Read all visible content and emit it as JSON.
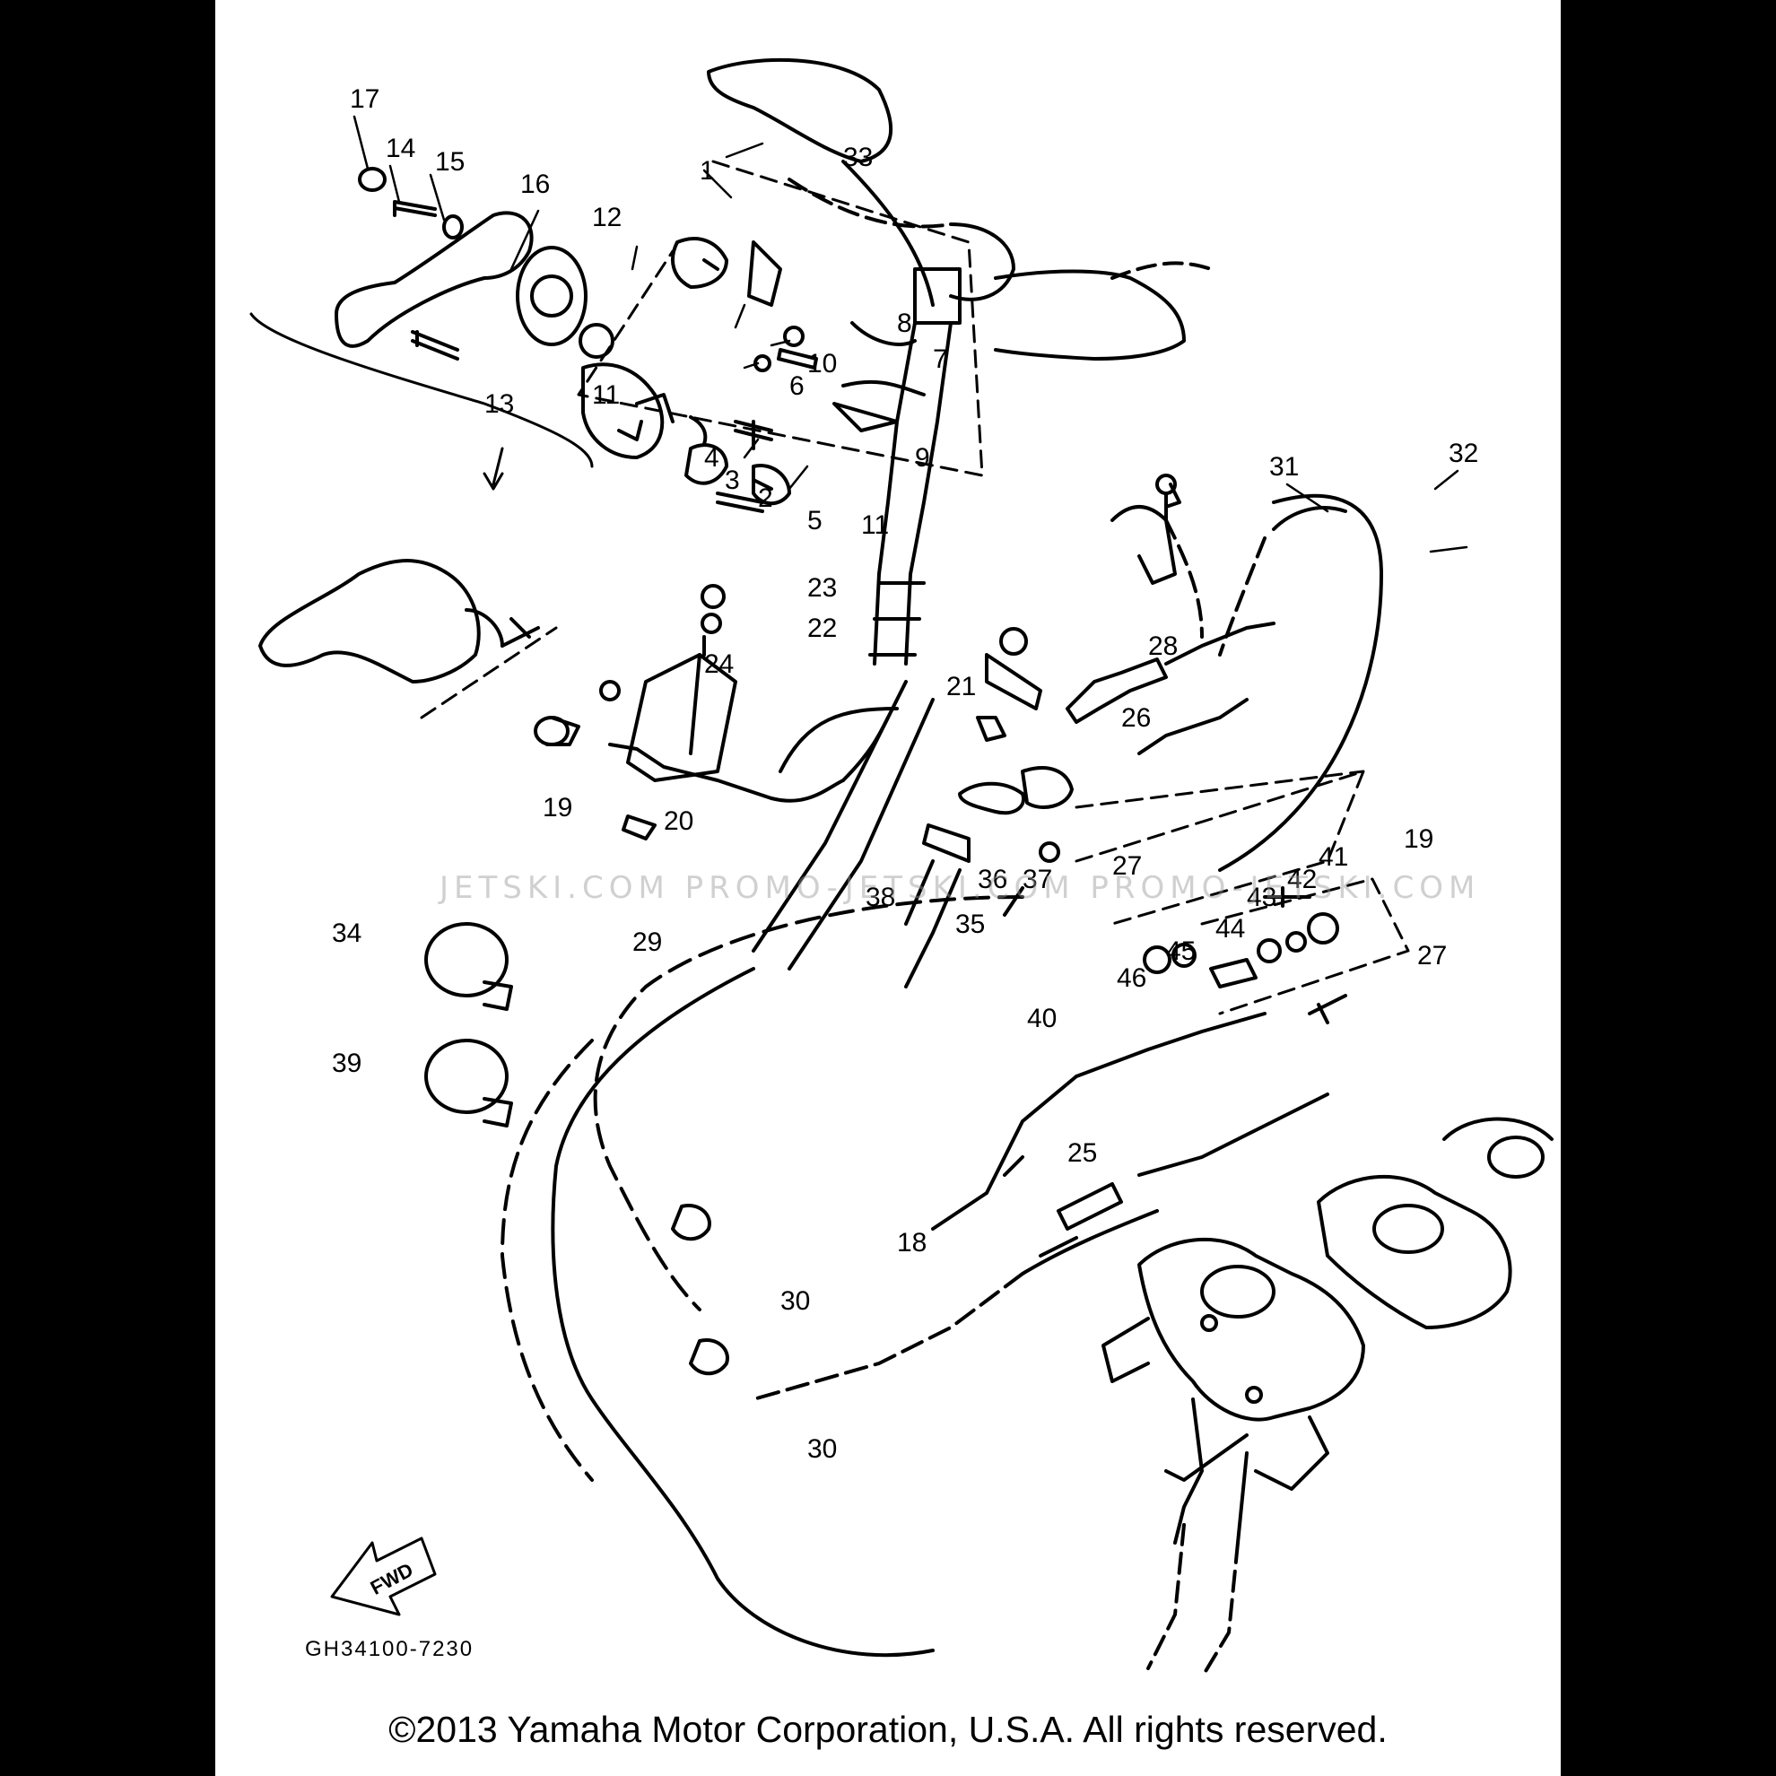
{
  "diagram": {
    "callouts": [
      {
        "id": "c17",
        "label": "17"
      },
      {
        "id": "c14",
        "label": "14"
      },
      {
        "id": "c15",
        "label": "15"
      },
      {
        "id": "c16",
        "label": "16"
      },
      {
        "id": "c12",
        "label": "12"
      },
      {
        "id": "c1",
        "label": "1"
      },
      {
        "id": "c33",
        "label": "33"
      },
      {
        "id": "c8",
        "label": "8"
      },
      {
        "id": "c10",
        "label": "10"
      },
      {
        "id": "c7",
        "label": "7"
      },
      {
        "id": "c13",
        "label": "13"
      },
      {
        "id": "c11a",
        "label": "11"
      },
      {
        "id": "c6",
        "label": "6"
      },
      {
        "id": "c4",
        "label": "4"
      },
      {
        "id": "c3",
        "label": "3"
      },
      {
        "id": "c2",
        "label": "2"
      },
      {
        "id": "c5",
        "label": "5"
      },
      {
        "id": "c11b",
        "label": "11"
      },
      {
        "id": "c9",
        "label": "9"
      },
      {
        "id": "c31",
        "label": "31"
      },
      {
        "id": "c32",
        "label": "32"
      },
      {
        "id": "c23",
        "label": "23"
      },
      {
        "id": "c22",
        "label": "22"
      },
      {
        "id": "c24",
        "label": "24"
      },
      {
        "id": "c21",
        "label": "21"
      },
      {
        "id": "c28",
        "label": "28"
      },
      {
        "id": "c26",
        "label": "26"
      },
      {
        "id": "c19a",
        "label": "19"
      },
      {
        "id": "c20",
        "label": "20"
      },
      {
        "id": "c27a",
        "label": "27"
      },
      {
        "id": "c19b",
        "label": "19"
      },
      {
        "id": "c41",
        "label": "41"
      },
      {
        "id": "c42",
        "label": "42"
      },
      {
        "id": "c43",
        "label": "43"
      },
      {
        "id": "c44",
        "label": "44"
      },
      {
        "id": "c36",
        "label": "36"
      },
      {
        "id": "c37",
        "label": "37"
      },
      {
        "id": "c38",
        "label": "38"
      },
      {
        "id": "c35",
        "label": "35"
      },
      {
        "id": "c34",
        "label": "34"
      },
      {
        "id": "c29",
        "label": "29"
      },
      {
        "id": "c46",
        "label": "46"
      },
      {
        "id": "c45",
        "label": "45"
      },
      {
        "id": "c27b",
        "label": "27"
      },
      {
        "id": "c40",
        "label": "40"
      },
      {
        "id": "c39",
        "label": "39"
      },
      {
        "id": "c25",
        "label": "25"
      },
      {
        "id": "c18",
        "label": "18"
      },
      {
        "id": "c30a",
        "label": "30"
      },
      {
        "id": "c30b",
        "label": "30"
      }
    ],
    "fwd_label": "FWD",
    "part_code": "GH34100-7230",
    "watermark": "JETSKI.COM    PROMO-JETSKI.COM    PROMO-JETSKI.COM",
    "copyright": "©2013 Yamaha Motor Corporation, U.S.A. All rights reserved."
  }
}
